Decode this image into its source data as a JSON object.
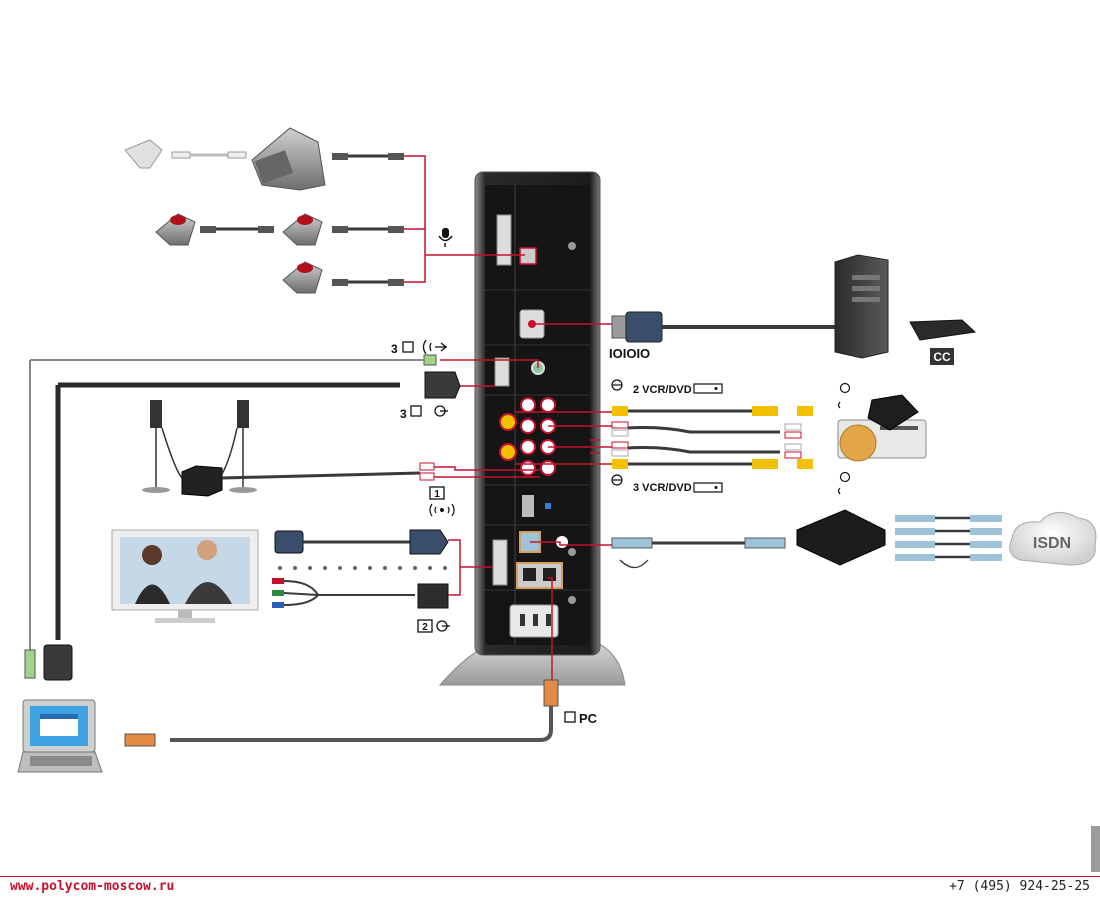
{
  "labels": {
    "serial": "IOIOIO",
    "cc": "CC",
    "vcr2": "2 VCR/DVD",
    "vcr3": "3 VCR/DVD",
    "isdn": "ISDN",
    "pc": "PC",
    "num3_top": "3",
    "num3_mid": "3",
    "num1": "1",
    "num2": "2"
  },
  "footer": {
    "website": "www.polycom-moscow.ru",
    "phone": "+7 (495) 924-25-25"
  },
  "colors": {
    "accent": "#c8102e",
    "cable": "#3a3a3a",
    "unit_body": "#1a1a1a"
  }
}
